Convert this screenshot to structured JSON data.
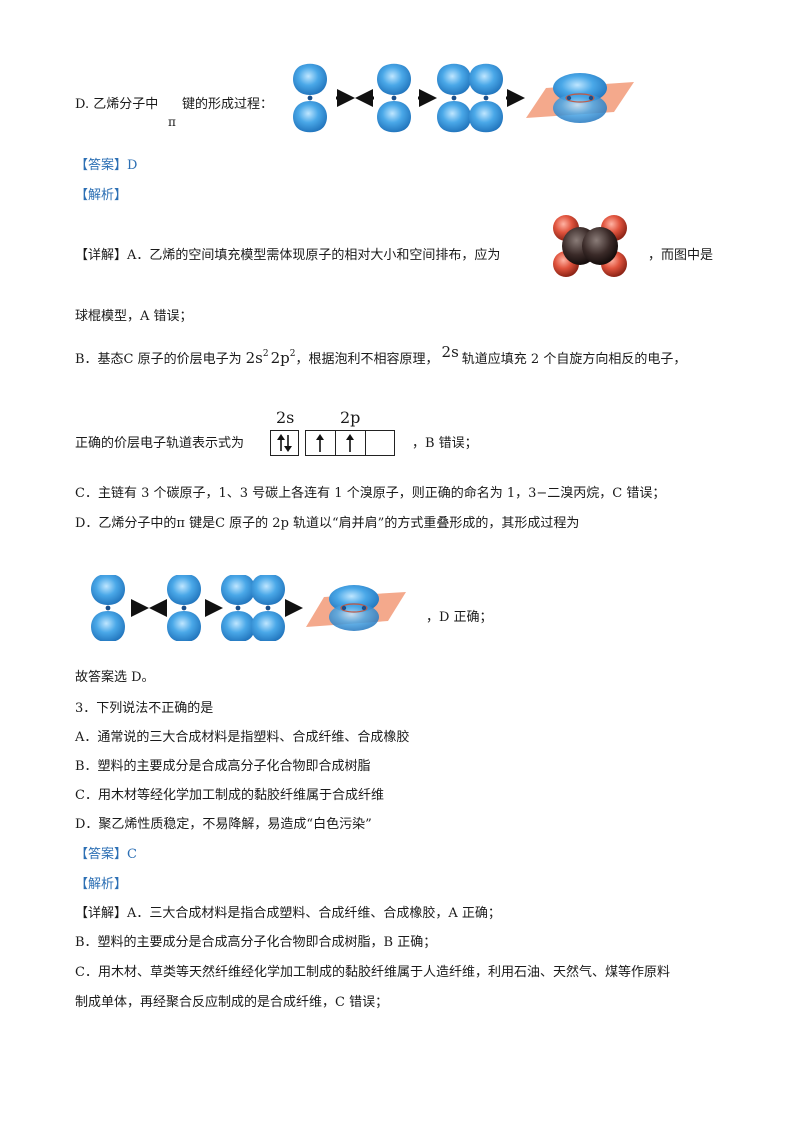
{
  "q2": {
    "option_d_prefix": "D. 乙烯分子中",
    "option_d_pi": "π",
    "option_d_suffix": "键的形成过程：",
    "answer": "【答案】D",
    "analysis_label": "【解析】",
    "detail_a1": "【详解】A．乙烯的空间填充模型需体现原子的相对大小和空间排布，应为",
    "detail_a1_tail": "，而图中是",
    "detail_a2": "球棍模型，A 错误；",
    "detail_b1_pre": "B．基态C 原子的价层电子为",
    "detail_b1_term1": "2s",
    "detail_b1_sup1": "2",
    "detail_b1_term2": "2p",
    "detail_b1_sup2": "2",
    "detail_b1_mid": "，根据泡利不相容原理，",
    "detail_b1_2s": "2s",
    "detail_b1_post": "轨道应填充 2 个自旋方向相反的电子，",
    "detail_b2_pre": "正确的价层电子轨道表示式为",
    "orbital_2s_label": "2s",
    "orbital_2p_label": "2p",
    "detail_b2_post": "，B 错误；",
    "detail_c": "C．主链有 3 个碳原子，1、3 号碳上各连有 1 个溴原子，则正确的命名为 1，3−二溴丙烷，C 错误；",
    "detail_d1": "D．乙烯分子中的π 键是C 原子的 2p 轨道以“肩并肩”的方式重叠形成的，其形成过程为",
    "detail_d_tail": "，D 正确；",
    "conclusion": "故答案选 D。"
  },
  "q3": {
    "stem": "3．下列说法不正确的是",
    "option_a": "A．通常说的三大合成材料是指塑料、合成纤维、合成橡胶",
    "option_b": "B．塑料的主要成分是合成高分子化合物即合成树脂",
    "option_c": "C．用木材等经化学加工制成的黏胶纤维属于合成纤维",
    "option_d": "D．聚乙烯性质稳定，不易降解，易造成“白色污染”",
    "answer": "【答案】C",
    "analysis_label": "【解析】",
    "detail_a": "【详解】A．三大合成材料是指合成塑料、合成纤维、合成橡胶，A 正确；",
    "detail_b": "B．塑料的主要成分是合成高分子化合物即合成树脂，B 正确；",
    "detail_c1": "C．用木材、草类等天然纤维经化学加工制成的黏胶纤维属于人造纤维，利用石油、天然气、煤等作原料",
    "detail_c2": "制成单体，再经聚合反应制成的是合成纤维，C 错误；"
  },
  "colors": {
    "label_blue": "#2c6fb4",
    "orbital_blue": "#3a9ee0",
    "plane_orange": "#f3a07f",
    "carbon_dark": "#3a2a28",
    "oxygen_red": "#d84a36"
  }
}
